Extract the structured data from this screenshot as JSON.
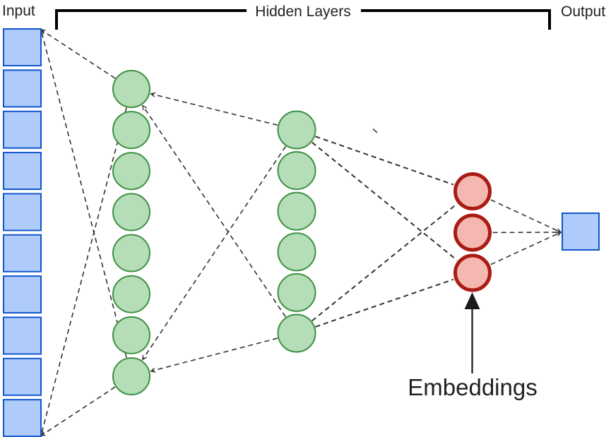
{
  "diagram": {
    "labels": {
      "input": "Input",
      "hidden_layers": "Hidden Layers",
      "output": "Output",
      "embeddings": "Embeddings"
    },
    "layers": [
      {
        "id": "input",
        "shape": "square",
        "count": 10
      },
      {
        "id": "hidden-1",
        "shape": "circle",
        "count": 8
      },
      {
        "id": "hidden-2",
        "shape": "circle",
        "count": 6
      },
      {
        "id": "embeddings",
        "shape": "circle",
        "count": 3
      },
      {
        "id": "output",
        "shape": "square",
        "count": 1
      }
    ],
    "colors": {
      "input_fill": "#aecbfa",
      "input_border": "#1155cc",
      "hidden_fill": "#b5ddb7",
      "hidden_border": "#3d9144",
      "embedding_fill": "#f5b7b1",
      "embedding_border": "#aa1c13",
      "line": "#333333",
      "bracket": "#000000",
      "text": "#212121",
      "arrow": "#1a1a1a"
    }
  }
}
